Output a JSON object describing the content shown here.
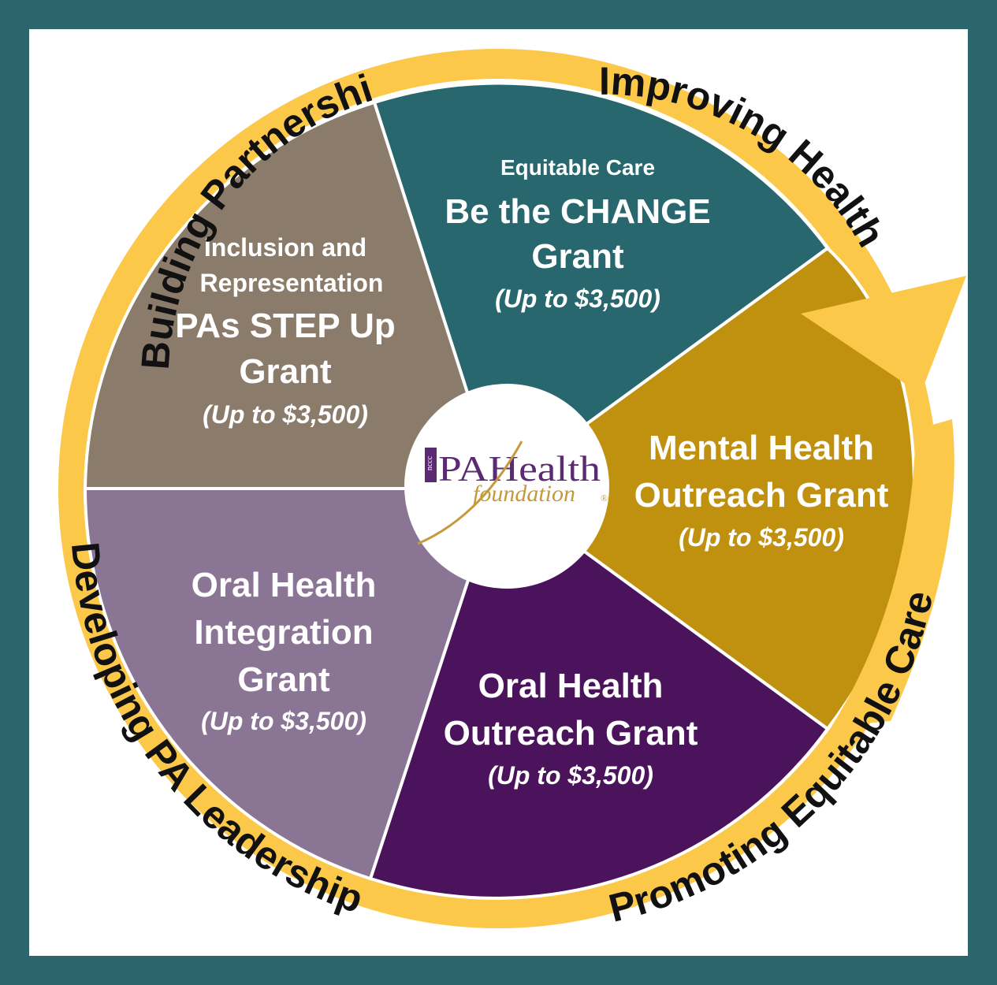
{
  "ring_labels": {
    "building": "Building Partnerships",
    "improving": "Improving Health",
    "developing": "Developing PA Leadership",
    "promoting": "Promoting Equitable Care"
  },
  "segments": {
    "equitable": {
      "category": "Equitable Care",
      "line1": "Be the CHANGE",
      "line2": "Grant",
      "amount": "(Up to $3,500)",
      "color": "#28676d"
    },
    "inclusion": {
      "category_line1": "Inclusion and",
      "category_line2": "Representation",
      "line1": "PAs STEP Up",
      "line2": "Grant",
      "amount": "(Up to $3,500)",
      "color": "#8a7b6b"
    },
    "mental": {
      "line1": "Mental Health",
      "line2": "Outreach Grant",
      "amount": "(Up to $3,500)",
      "color": "#c0900f"
    },
    "oral_outreach": {
      "line1": "Oral Health",
      "line2": "Outreach Grant",
      "amount": "(Up to $3,500)",
      "color": "#4b135b"
    },
    "oral_integration": {
      "line1": "Oral Health",
      "line2": "Integration",
      "line3": "Grant",
      "amount": "(Up to $3,500)",
      "color": "#8b7594"
    }
  },
  "logo": {
    "mark": "nccc",
    "name": "PAHealth",
    "tagline": "foundation",
    "registered": "®"
  },
  "colors": {
    "frame": "#2a666c",
    "ring": "#fbc84a",
    "background": "#ffffff",
    "logo_purple": "#5b2a72",
    "logo_gold": "#c59a3c"
  }
}
